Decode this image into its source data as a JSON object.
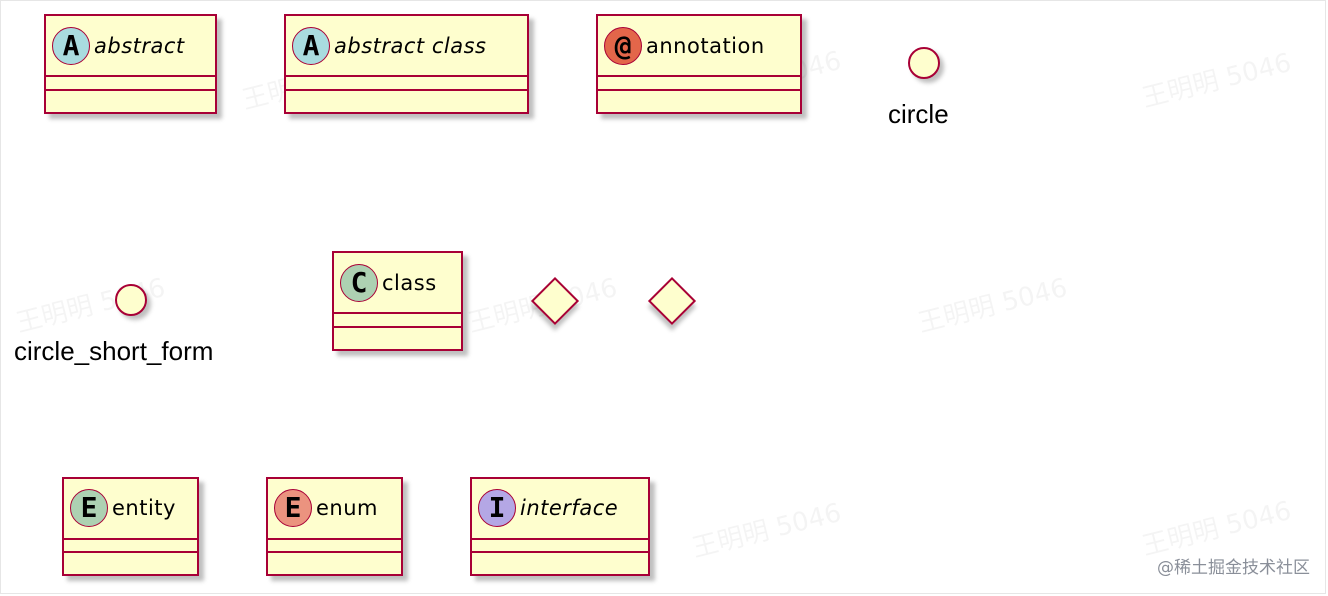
{
  "diagram": {
    "classes": [
      {
        "id": "abstract",
        "stereotype": "A",
        "name": "abstract",
        "italic": true,
        "stereo_color": "#a9dcdf"
      },
      {
        "id": "abstract_class",
        "stereotype": "A",
        "name": "abstract class",
        "italic": true,
        "stereo_color": "#a9dcdf"
      },
      {
        "id": "annotation",
        "stereotype": "@",
        "name": "annotation",
        "italic": false,
        "stereo_color": "#e3664a"
      },
      {
        "id": "class",
        "stereotype": "C",
        "name": "class",
        "italic": false,
        "stereo_color": "#add1b2"
      },
      {
        "id": "entity",
        "stereotype": "E",
        "name": "entity",
        "italic": false,
        "stereo_color": "#add1b2"
      },
      {
        "id": "enum",
        "stereotype": "E",
        "name": "enum",
        "italic": false,
        "stereo_color": "#eb937f"
      },
      {
        "id": "interface",
        "stereotype": "I",
        "name": "interface",
        "italic": true,
        "stereo_color": "#b4a7e5"
      }
    ],
    "circles": [
      {
        "id": "circle",
        "label": "circle"
      },
      {
        "id": "circle_short_form",
        "label": "circle_short_form"
      }
    ],
    "diamonds": [
      {
        "id": "diamond1"
      },
      {
        "id": "diamond2"
      }
    ],
    "colors": {
      "fill": "#fefece",
      "border": "#a80036"
    }
  },
  "watermark": "王明明 5046",
  "credit": "@稀土掘金技术社区"
}
